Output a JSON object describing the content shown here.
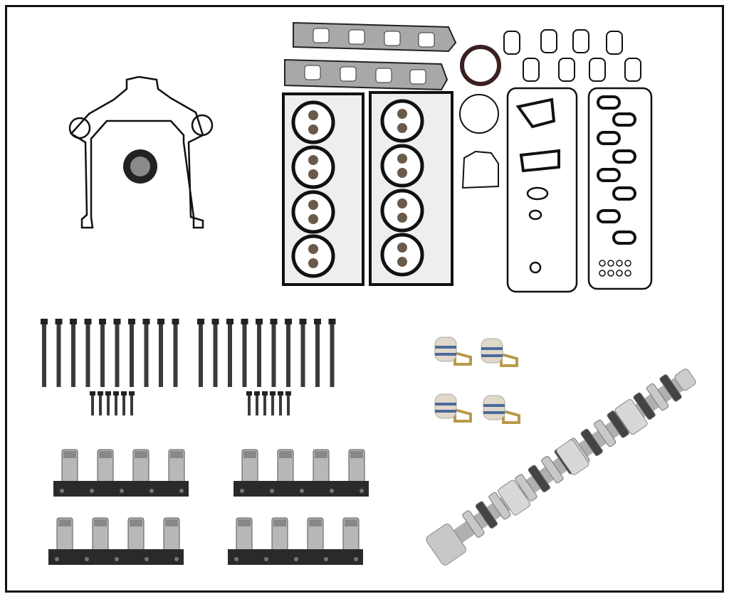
{
  "image": {
    "kind": "product-photo",
    "parts": [
      "timing-cover-gasket",
      "crankshaft-seal",
      "exhaust-manifold-gaskets",
      "cylinder-head-gaskets",
      "intake-manifold-seals",
      "valve-cover-gaskets",
      "head-bolts",
      "mds-solenoid-plugs",
      "lifter-trays",
      "camshaft"
    ],
    "colors": {
      "frame": "#111111",
      "background": "#ffffff",
      "gasket_steel": "#9a9a9a",
      "gasket_black": "#1a1a1a",
      "bolt": "#3a3a3a",
      "lifter_silver": "#b8b8b8",
      "tray_black": "#2a2a2a",
      "cam_silver": "#c8c8c8",
      "plug_brass": "#b99a4a",
      "plug_blue": "#4a6a9a"
    }
  }
}
